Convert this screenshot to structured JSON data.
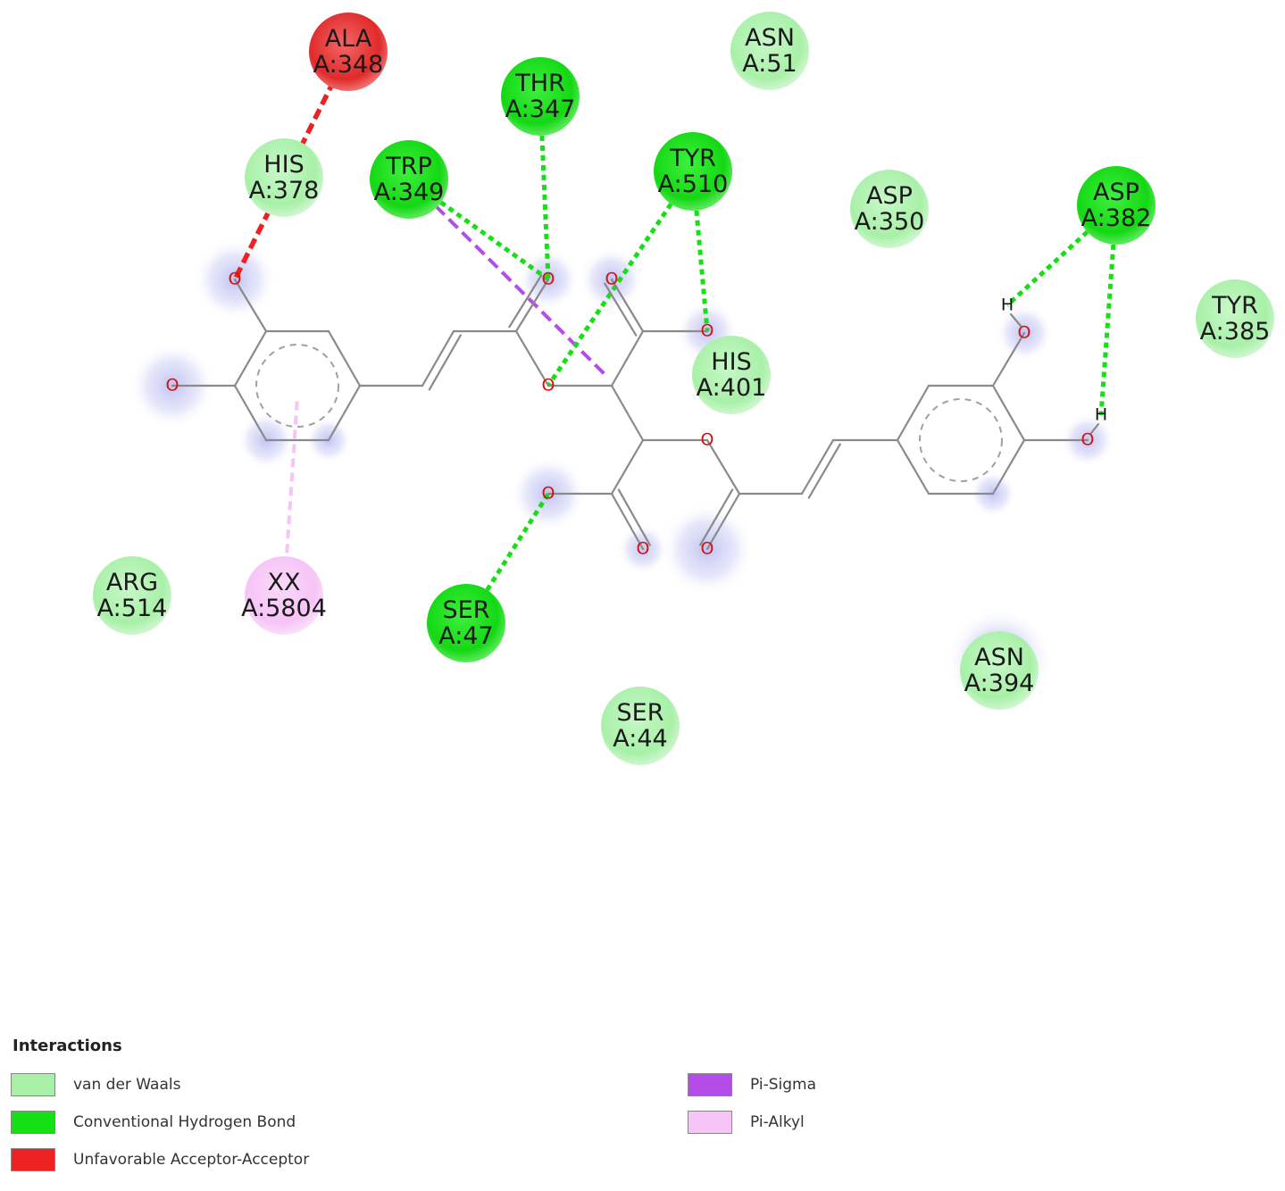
{
  "colors": {
    "van_der_waals": "#a8f0a8",
    "conventional_hydrogen_bond": "#14e014",
    "unfavorable_acceptor_acceptor": "#ee2222",
    "pi_sigma": "#b44de8",
    "pi_alkyl": "#f6c4f6",
    "oxygen": "#d21414",
    "bond": "#8a8a8a",
    "atom_glow": "#b4b8f0"
  },
  "residues": [
    {
      "id": "ala348",
      "name": "ALA",
      "number": "A:348",
      "interaction": "unfavorable_acceptor_acceptor"
    },
    {
      "id": "asn51",
      "name": "ASN",
      "number": "A:51",
      "interaction": "van_der_waals"
    },
    {
      "id": "thr347",
      "name": "THR",
      "number": "A:347",
      "interaction": "conventional_hydrogen_bond"
    },
    {
      "id": "his378",
      "name": "HIS",
      "number": "A:378",
      "interaction": "van_der_waals"
    },
    {
      "id": "trp349",
      "name": "TRP",
      "number": "A:349",
      "interaction": "conventional_hydrogen_bond"
    },
    {
      "id": "tyr510",
      "name": "TYR",
      "number": "A:510",
      "interaction": "conventional_hydrogen_bond"
    },
    {
      "id": "asp350",
      "name": "ASP",
      "number": "A:350",
      "interaction": "van_der_waals"
    },
    {
      "id": "asp382",
      "name": "ASP",
      "number": "A:382",
      "interaction": "conventional_hydrogen_bond"
    },
    {
      "id": "tyr385",
      "name": "TYR",
      "number": "A:385",
      "interaction": "van_der_waals"
    },
    {
      "id": "his401",
      "name": "HIS",
      "number": "A:401",
      "interaction": "van_der_waals"
    },
    {
      "id": "arg514",
      "name": "ARG",
      "number": "A:514",
      "interaction": "van_der_waals"
    },
    {
      "id": "xx5804",
      "name": "XX",
      "number": "A:5804",
      "interaction": "pi_alkyl"
    },
    {
      "id": "ser47",
      "name": "SER",
      "number": "A:47",
      "interaction": "conventional_hydrogen_bond"
    },
    {
      "id": "asn394",
      "name": "ASN",
      "number": "A:394",
      "interaction": "van_der_waals"
    },
    {
      "id": "ser44",
      "name": "SER",
      "number": "A:44",
      "interaction": "van_der_waals"
    }
  ],
  "atoms": {
    "oxygen_symbol": "O",
    "hydrogen_symbol": "H"
  },
  "interactions": [
    {
      "residue": "ala348",
      "target": "O1",
      "type": "unfavorable_acceptor_acceptor"
    },
    {
      "residue": "thr347",
      "target": "O3",
      "type": "conventional_hydrogen_bond"
    },
    {
      "residue": "trp349",
      "target": "O3",
      "type": "conventional_hydrogen_bond"
    },
    {
      "residue": "trp349",
      "target": "C7",
      "type": "pi_sigma"
    },
    {
      "residue": "tyr510",
      "target": "O4",
      "type": "conventional_hydrogen_bond"
    },
    {
      "residue": "tyr510",
      "target": "O6",
      "type": "conventional_hydrogen_bond"
    },
    {
      "residue": "asp382",
      "target": "H1",
      "type": "conventional_hydrogen_bond"
    },
    {
      "residue": "asp382",
      "target": "H2",
      "type": "conventional_hydrogen_bond"
    },
    {
      "residue": "ser47",
      "target": "O8",
      "type": "conventional_hydrogen_bond"
    },
    {
      "residue": "xx5804",
      "target": "ring1",
      "type": "pi_alkyl"
    }
  ],
  "legend": {
    "title": "Interactions",
    "items": [
      {
        "key": "van_der_waals",
        "label": "van der Waals"
      },
      {
        "key": "conventional_hydrogen_bond",
        "label": "Conventional Hydrogen Bond"
      },
      {
        "key": "unfavorable_acceptor_acceptor",
        "label": "Unfavorable Acceptor-Acceptor"
      },
      {
        "key": "pi_sigma",
        "label": "Pi-Sigma"
      },
      {
        "key": "pi_alkyl",
        "label": "Pi-Alkyl"
      }
    ]
  }
}
